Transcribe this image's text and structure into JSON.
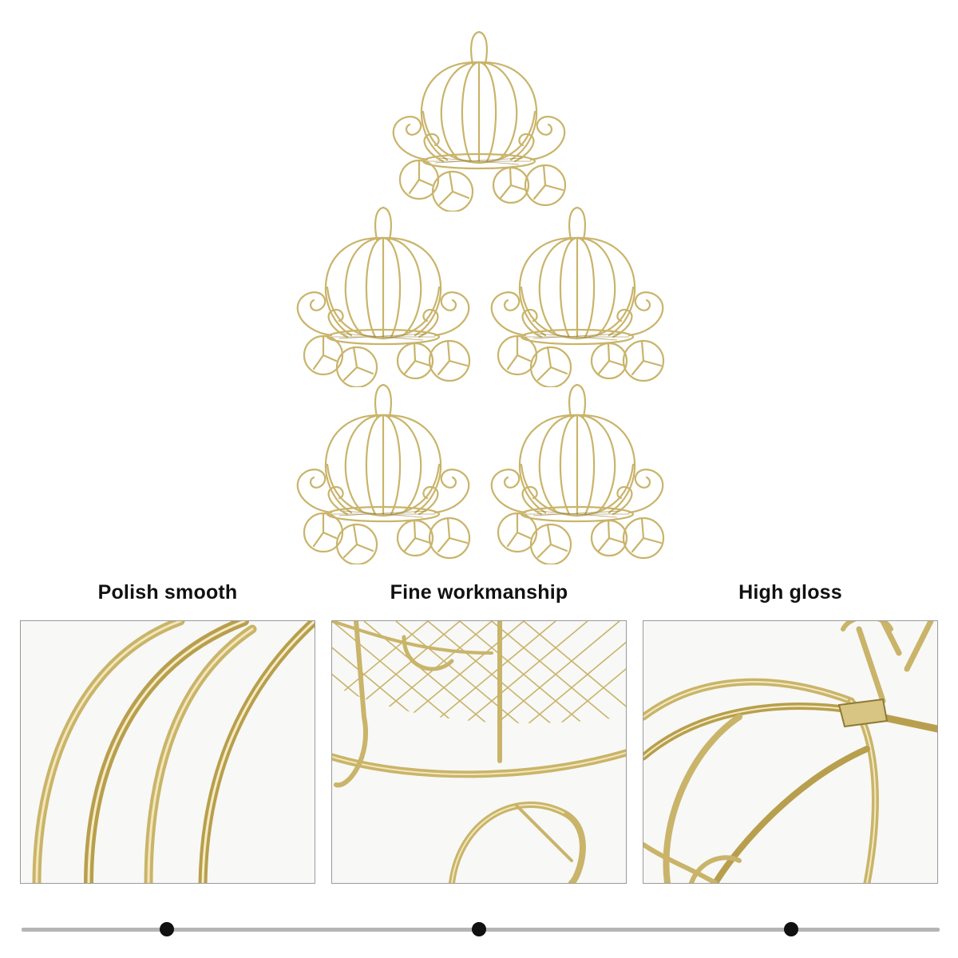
{
  "product": {
    "image_subject": "gold-wire-pumpkin-carriage",
    "quantity_shown": 5,
    "wire_color": "#c9b46a",
    "wire_shadow_color": "#8f7a35"
  },
  "features": [
    {
      "caption": "Polish smooth"
    },
    {
      "caption": "Fine workmanship"
    },
    {
      "caption": "High gloss"
    }
  ],
  "timeline": {
    "dots": 3,
    "line_color": "#b5b5b5",
    "dot_color": "#111111"
  }
}
